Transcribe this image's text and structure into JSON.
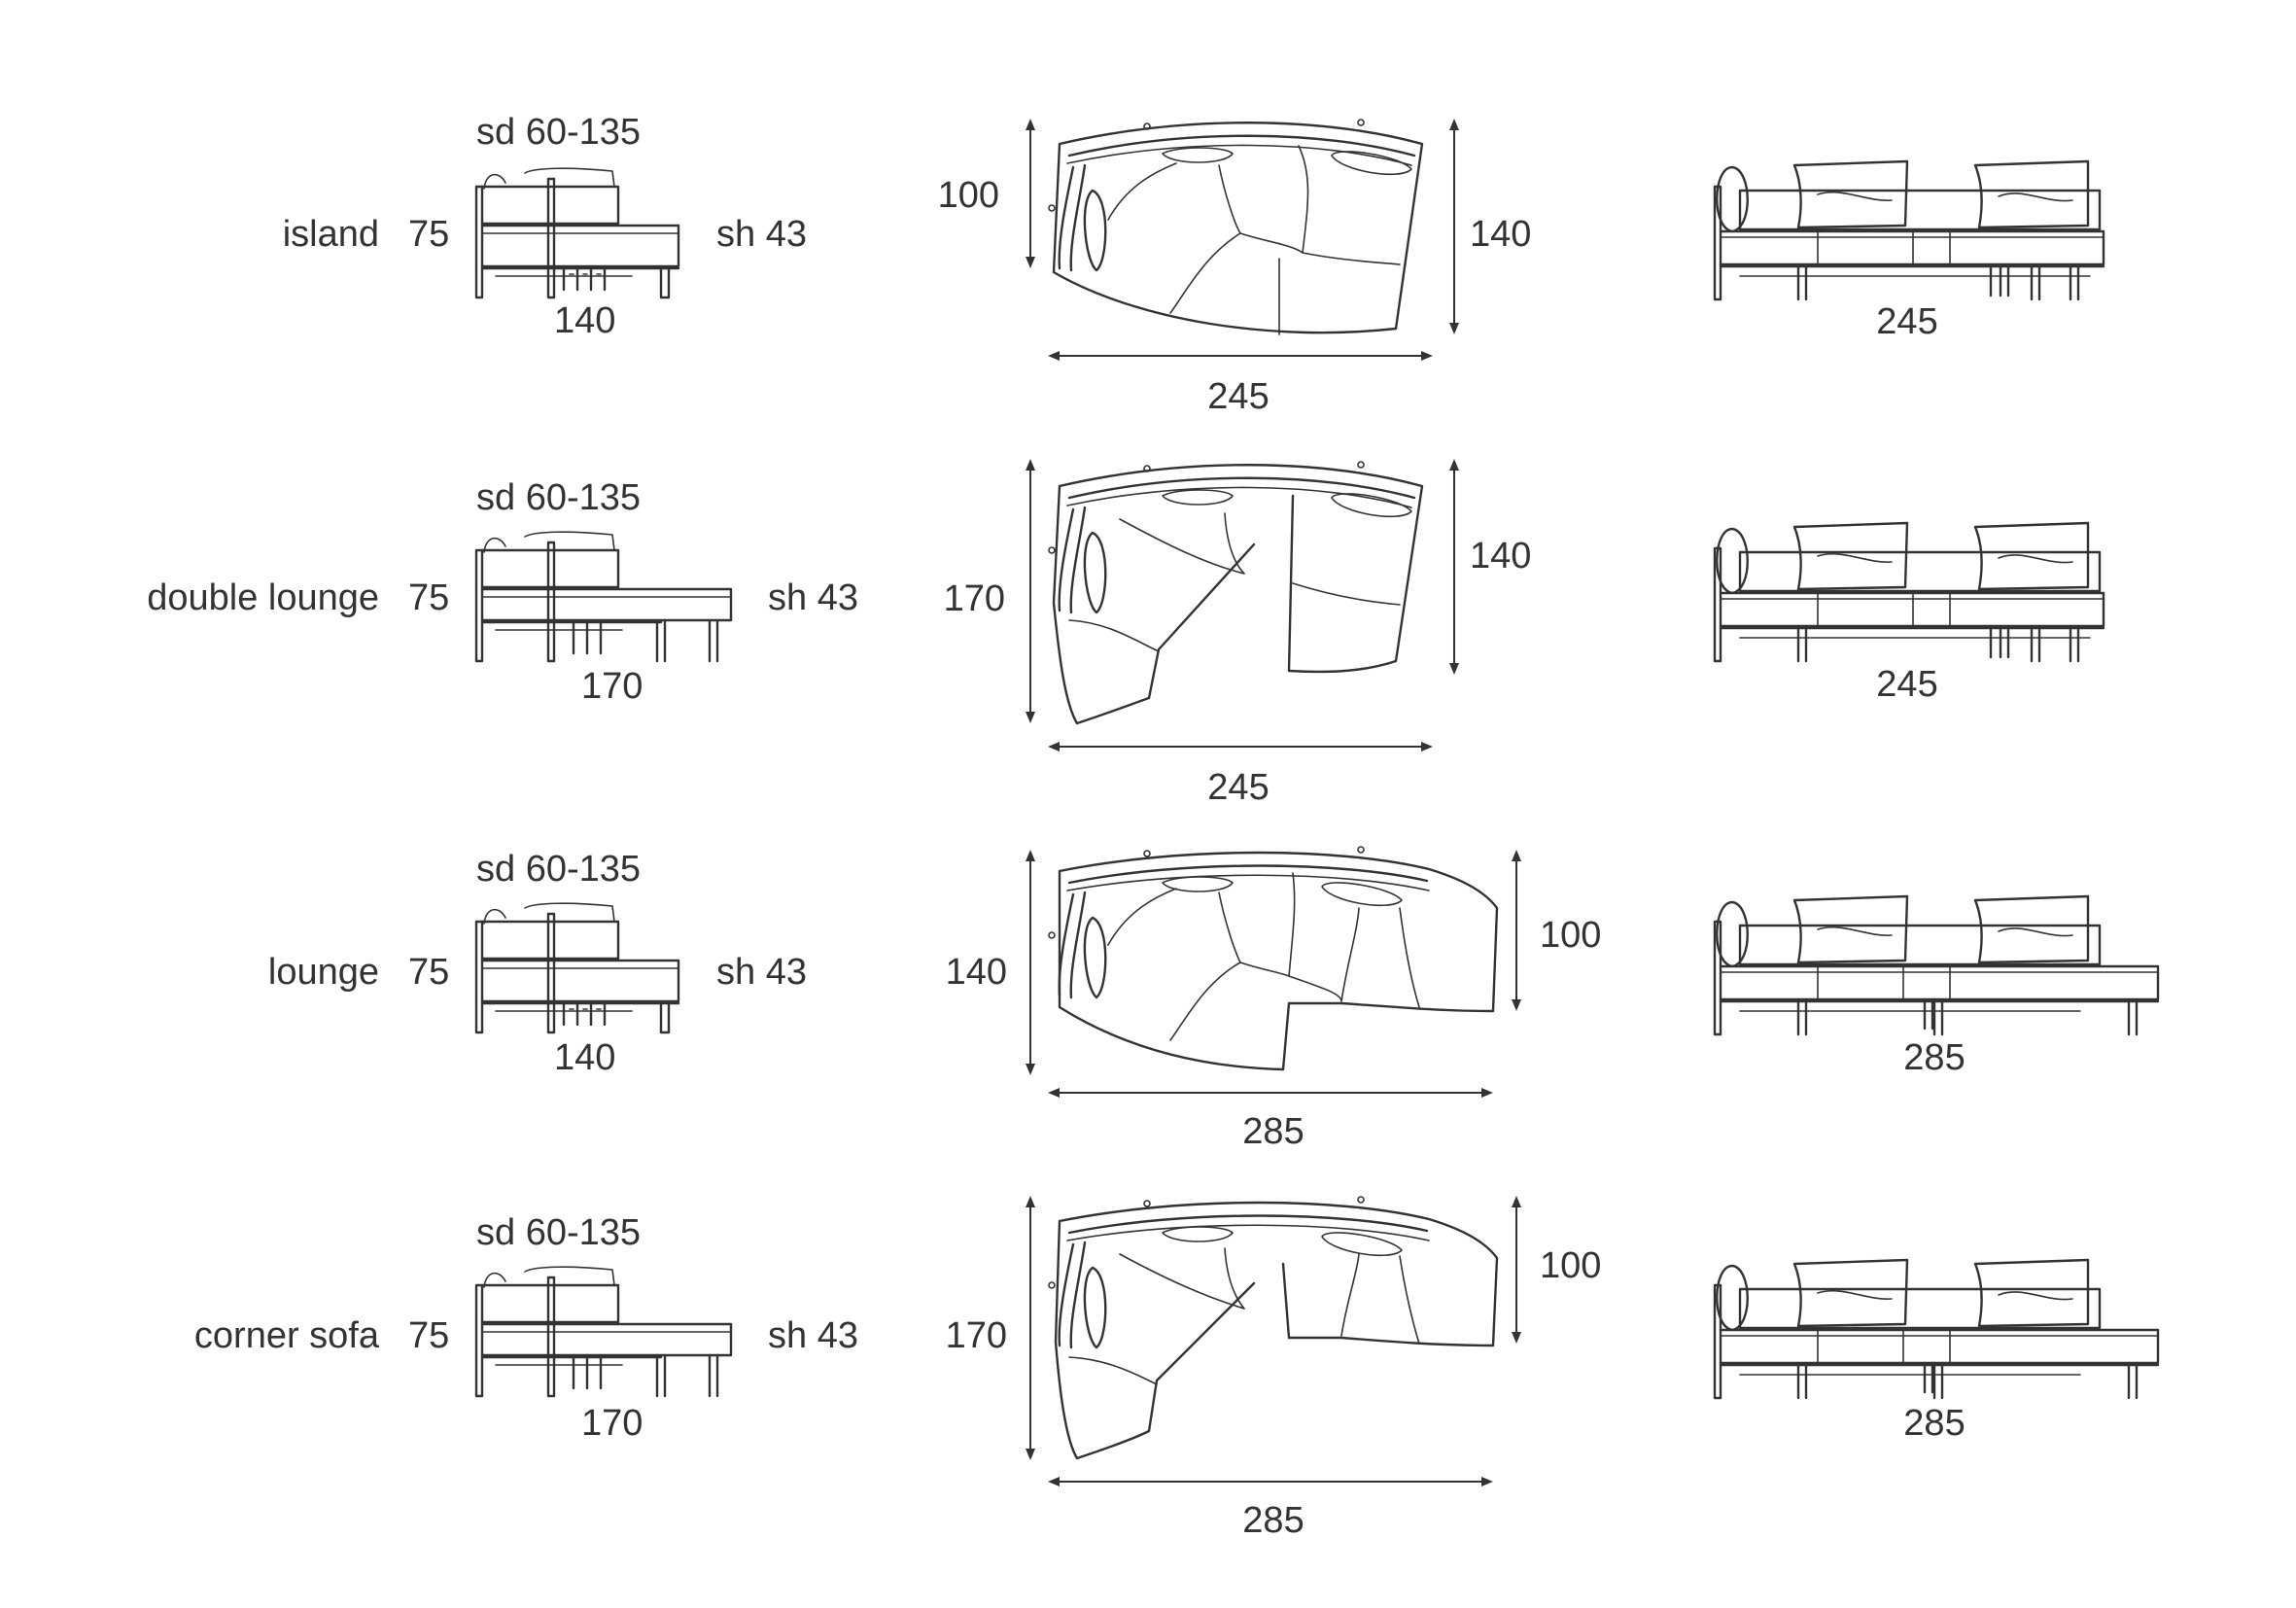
{
  "rows": [
    {
      "name": "island",
      "height": "75",
      "seat_depth": "sd 60-135",
      "seat_height": "sh 43",
      "side_width": "140",
      "plan_width": "245",
      "plan_depth_left": "100",
      "plan_depth_right": "140",
      "front_width": "245"
    },
    {
      "name": "double lounge",
      "height": "75",
      "seat_depth": "sd 60-135",
      "seat_height": "sh 43",
      "side_width": "170",
      "plan_width": "245",
      "plan_depth_left": "170",
      "plan_depth_right": "140",
      "front_width": "245"
    },
    {
      "name": "lounge",
      "height": "75",
      "seat_depth": "sd 60-135",
      "seat_height": "sh 43",
      "side_width": "140",
      "plan_width": "285",
      "plan_depth_left": "140",
      "plan_depth_right": "100",
      "front_width": "285"
    },
    {
      "name": "corner sofa",
      "height": "75",
      "seat_depth": "sd 60-135",
      "seat_height": "sh 43",
      "side_width": "170",
      "plan_width": "285",
      "plan_depth_left": "170",
      "plan_depth_right": "100",
      "front_width": "285"
    }
  ]
}
